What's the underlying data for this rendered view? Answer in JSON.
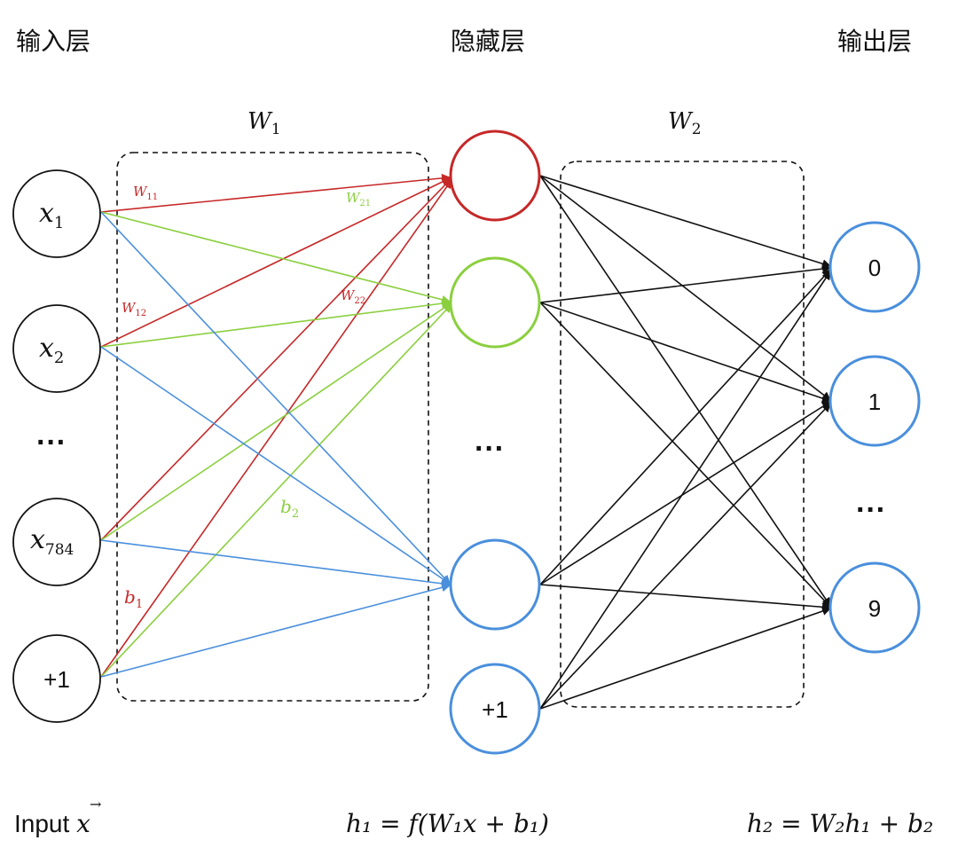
{
  "layer_titles": {
    "input": "输入层",
    "hidden": "隐藏层",
    "output": "输出层"
  },
  "weight_labels": {
    "w1": "W",
    "w1_sub": "1",
    "w2": "W",
    "w2_sub": "2"
  },
  "input_nodes": [
    {
      "var": "x",
      "sub": "1"
    },
    {
      "var": "x",
      "sub": "2"
    },
    {
      "var": "x",
      "sub": "784"
    }
  ],
  "input_bias": "+1",
  "input_ellipsis": "···",
  "hidden_ellipsis": "···",
  "hidden_bias": "+1",
  "output_nodes": [
    "0",
    "1",
    "9"
  ],
  "output_ellipsis": "···",
  "edge_labels": {
    "w11": {
      "var": "W",
      "sub": "11"
    },
    "w12": {
      "var": "W",
      "sub": "12"
    },
    "w21": {
      "var": "W",
      "sub": "21"
    },
    "w22": {
      "var": "W",
      "sub": "22"
    },
    "b1": {
      "var": "b",
      "sub": "1"
    },
    "b2": {
      "var": "b",
      "sub": "2"
    }
  },
  "formulas": {
    "input_prefix": "Input ",
    "input_vec": "x",
    "h1": "h₁ = f(W₁x + b₁)",
    "h2": "h₂ = W₂h₁ + b₂"
  },
  "colors": {
    "red": "#c62828",
    "green": "#8bcf3f",
    "blue": "#4a8fdc",
    "black": "#111111"
  }
}
